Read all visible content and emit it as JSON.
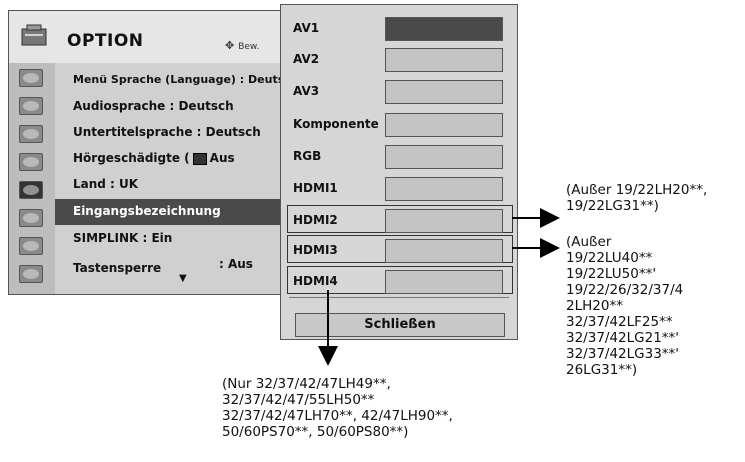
{
  "option_menu": {
    "title": "OPTION",
    "move_hint": "Bew.",
    "items": [
      "Menü Sprache (Language)  : Deutsch",
      "Audiosprache : Deutsch",
      "Untertitelsprache : Deutsch",
      "Hörgeschädigte (",
      "Land : UK",
      "Eingangsbezeichnung",
      "SIMPLINK : Ein",
      "Tastensperre"
    ],
    "hearing_value": "Aus",
    "key_lock_value": ": Aus",
    "selected_index": 5
  },
  "input_panel": {
    "inputs": [
      "AV1",
      "AV2",
      "AV3",
      "Komponente",
      "RGB",
      "HDMI1",
      "HDMI2",
      "HDMI3",
      "HDMI4"
    ],
    "close_label": "Schließen"
  },
  "notes": {
    "hdmi2": "(Außer 19/22LH20**,\n19/22LG31**)",
    "hdmi3": "(Außer\n19/22LU40**\n19/22LU50**'\n19/22/26/32/37/4\n2LH20**\n32/37/42LF25**\n32/37/42LG21**'\n32/37/42LG33**'\n26LG31**)",
    "hdmi4": "(Nur 32/37/42/47LH49**,\n32/37/42/47/55LH50**\n32/37/42/47LH70**, 42/47LH90**,\n50/60PS70**, 50/60PS80**)"
  },
  "colors": {
    "panel_bg": "#d0d0d0",
    "selected_bg": "#4a4a4a"
  }
}
